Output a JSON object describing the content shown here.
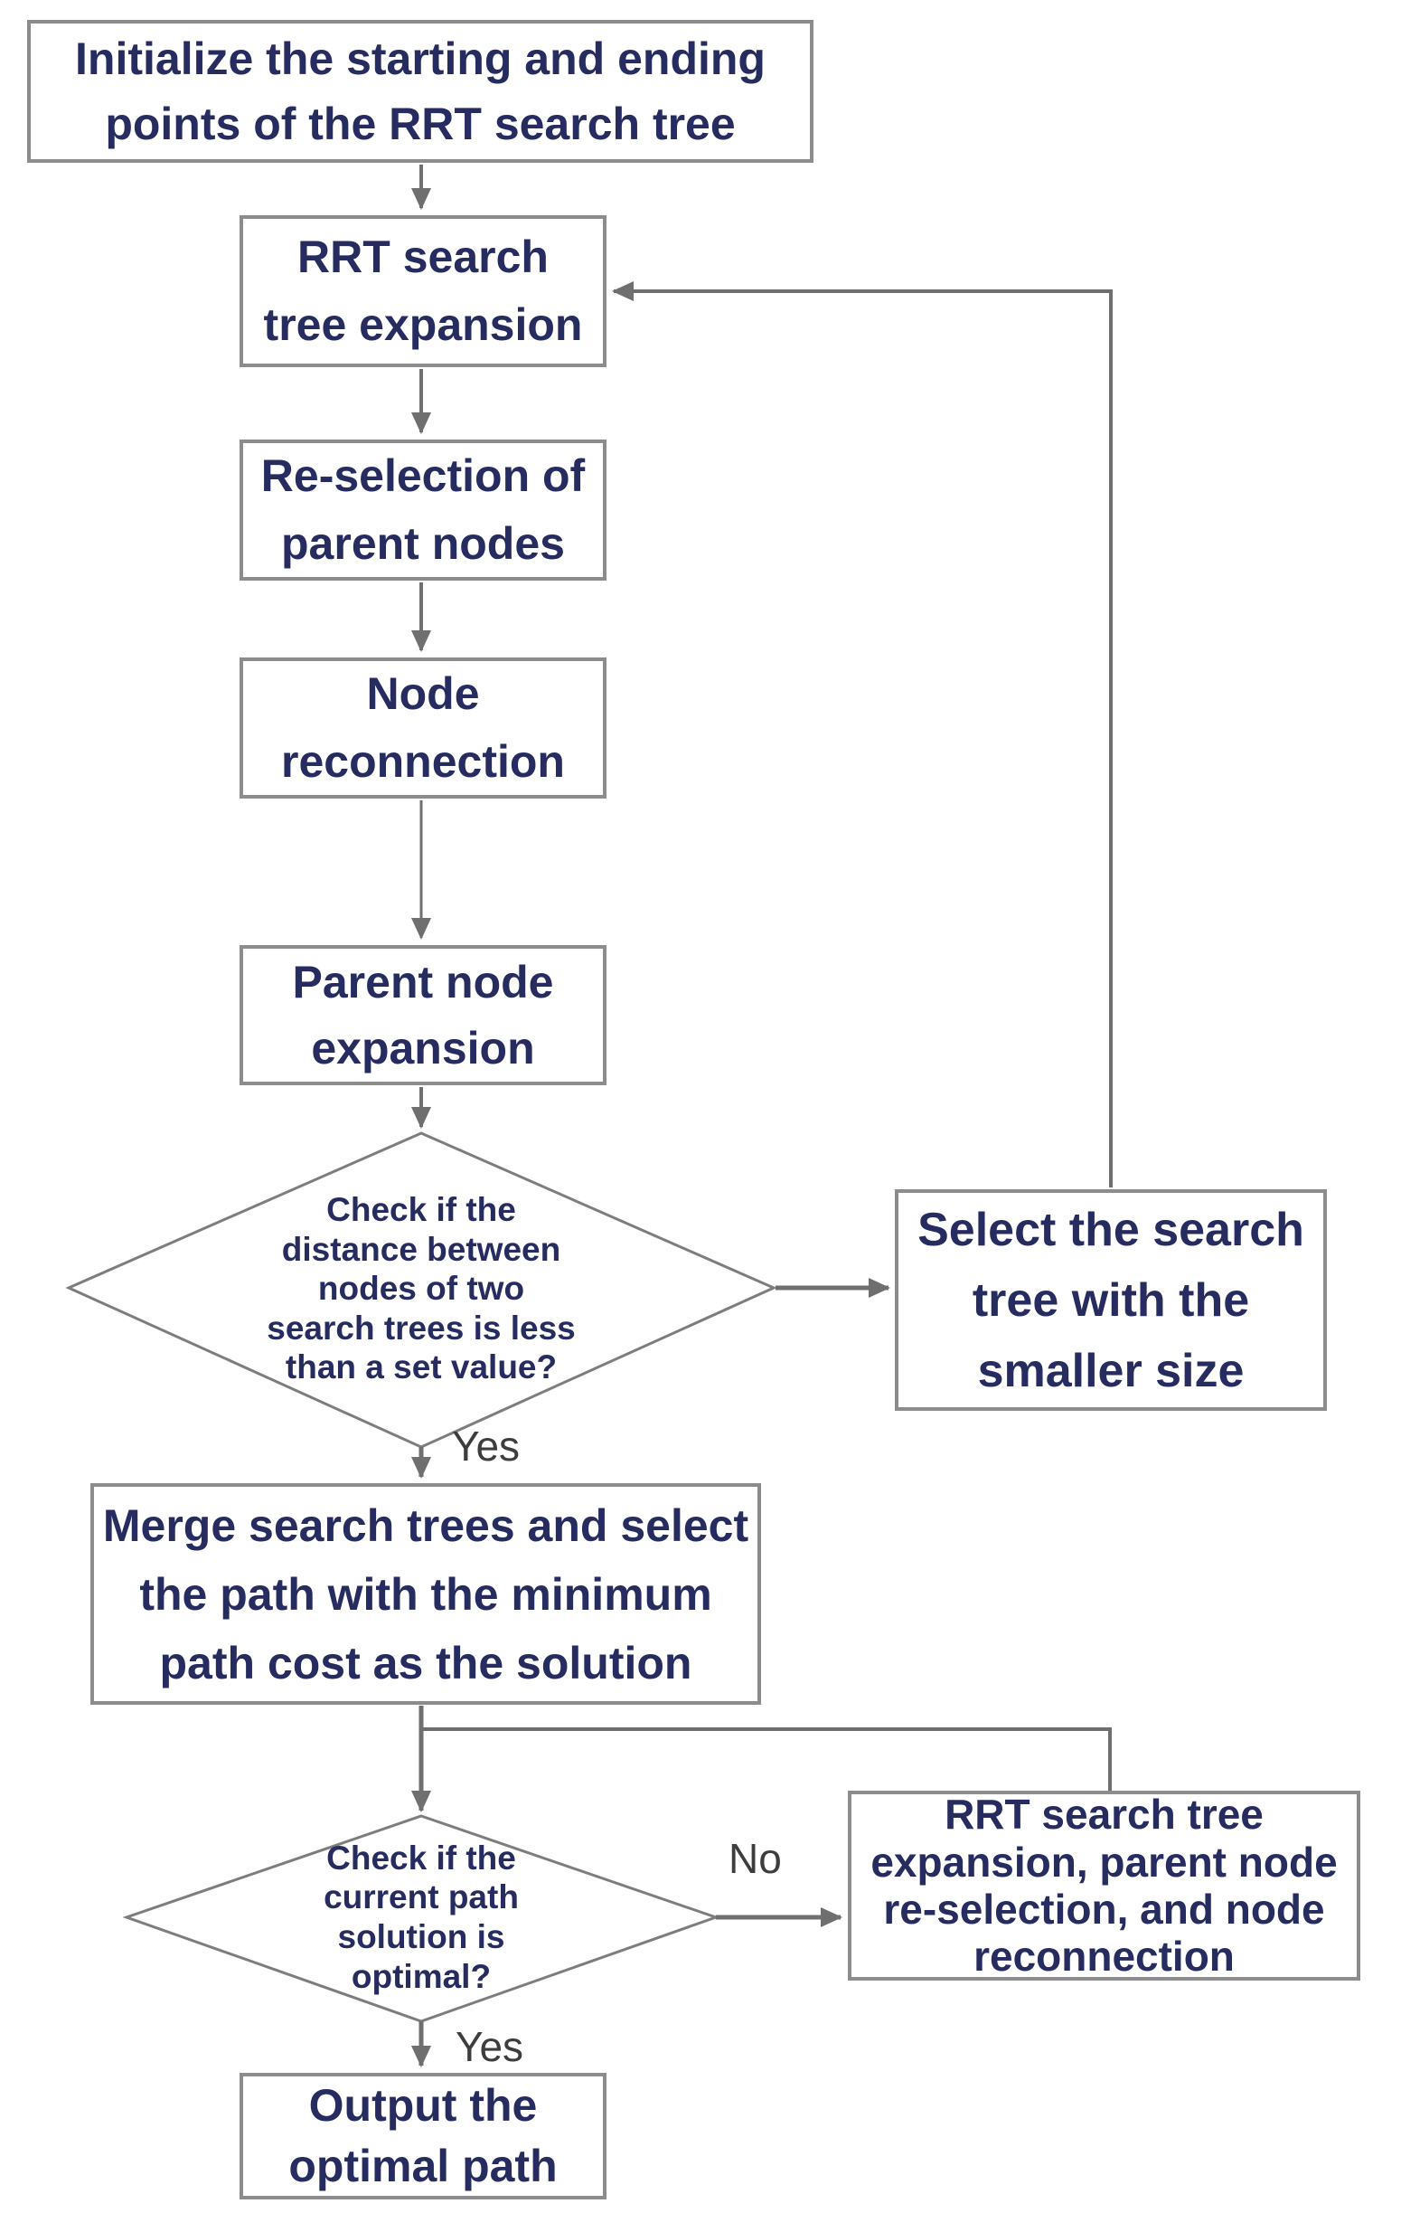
{
  "diagram": {
    "title": "RRT search tree path planning flowchart",
    "colors": {
      "background": "#ffffff",
      "node_text": "#262b60",
      "node_border": "#8c8c8c",
      "diamond_border": "#7d7d7d",
      "connector": "#6f6f6f",
      "edge_label_text": "#3d3d3d"
    },
    "nodes": {
      "initialize": {
        "type": "process",
        "lines": [
          "Initialize the starting and ending",
          "points of the RRT search tree"
        ]
      },
      "rrt_expansion": {
        "type": "process",
        "lines": [
          "RRT search",
          "tree expansion"
        ]
      },
      "reselection": {
        "type": "process",
        "lines": [
          "Re-selection of",
          "parent nodes"
        ]
      },
      "reconnection": {
        "type": "process",
        "lines": [
          "Node",
          "reconnection"
        ]
      },
      "parent_expansion": {
        "type": "process",
        "lines": [
          "Parent node",
          "expansion"
        ]
      },
      "distance_check": {
        "type": "decision",
        "lines": [
          "Check if the",
          "distance between",
          "nodes of two",
          "search trees is less",
          "than a set value?"
        ]
      },
      "select_smaller": {
        "type": "process",
        "lines": [
          "Select the search",
          "tree with the",
          "smaller size"
        ]
      },
      "merge": {
        "type": "process",
        "lines": [
          "Merge search trees and select",
          "the path with the minimum",
          "path cost as the solution"
        ]
      },
      "optimal_check": {
        "type": "decision",
        "lines": [
          "Check if the",
          "current path",
          "solution is",
          "optimal?"
        ]
      },
      "loop_operations": {
        "type": "process",
        "lines": [
          "RRT search tree",
          "expansion, parent node",
          "re-selection, and node",
          "reconnection"
        ]
      },
      "output": {
        "type": "terminal",
        "lines": [
          "Output the",
          "optimal path"
        ]
      }
    },
    "edge_labels": {
      "distance_yes": "Yes",
      "optimal_no": "No",
      "optimal_yes": "Yes"
    }
  }
}
